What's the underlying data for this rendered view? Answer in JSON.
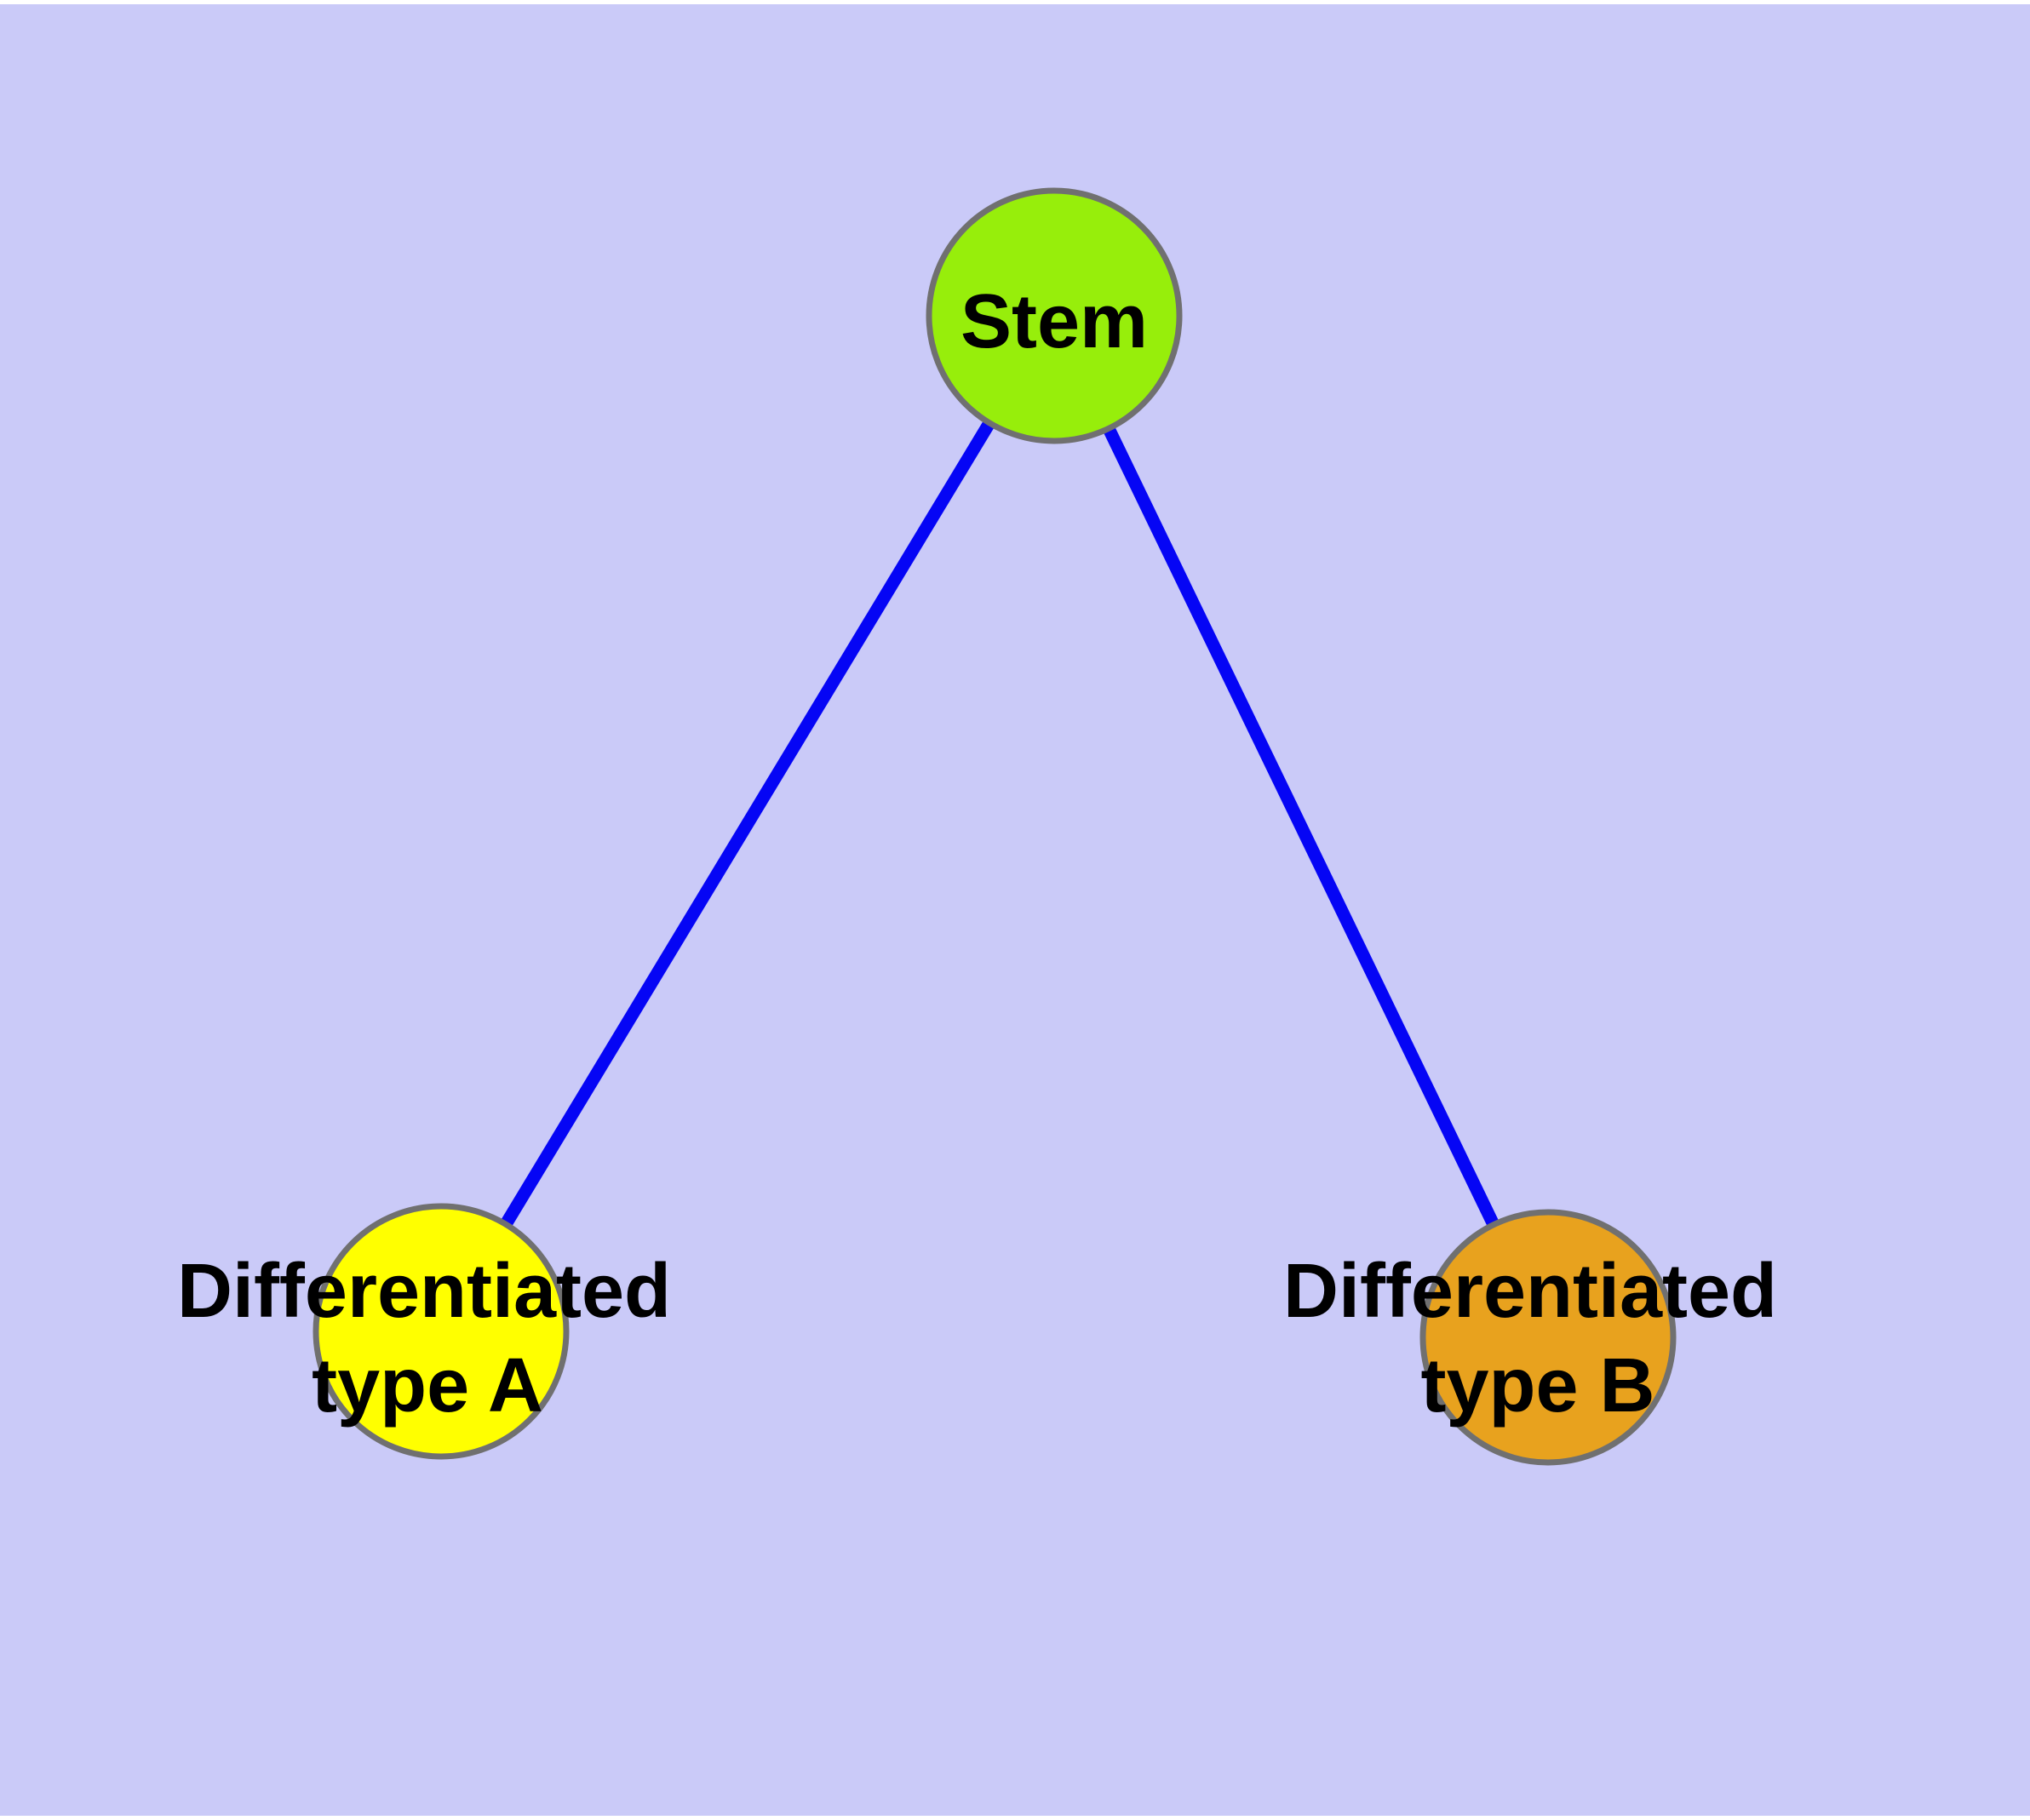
{
  "figure": {
    "type": "node-link-diagram",
    "background_color": "#CACAF8",
    "margin_color": "#FFFFFF"
  },
  "graph": {
    "edge_color": "#0505F5",
    "node_border_color": "#707070",
    "label_color": "#000000",
    "nodes": [
      {
        "id": "stem",
        "label": "Stem",
        "fill_color": "#97EE0B"
      },
      {
        "id": "differentiated-type-a",
        "label_line1": "Differentiated",
        "label_line2": "type A",
        "fill_color": "#FFFF00"
      },
      {
        "id": "differentiated-type-b",
        "label_line1": "Differentiated",
        "label_line2": "type B",
        "fill_color": "#E8A21E"
      }
    ],
    "edges": [
      {
        "from": "Stem",
        "to": "Differentiated type A"
      },
      {
        "from": "Stem",
        "to": "Differentiated type B"
      }
    ]
  }
}
